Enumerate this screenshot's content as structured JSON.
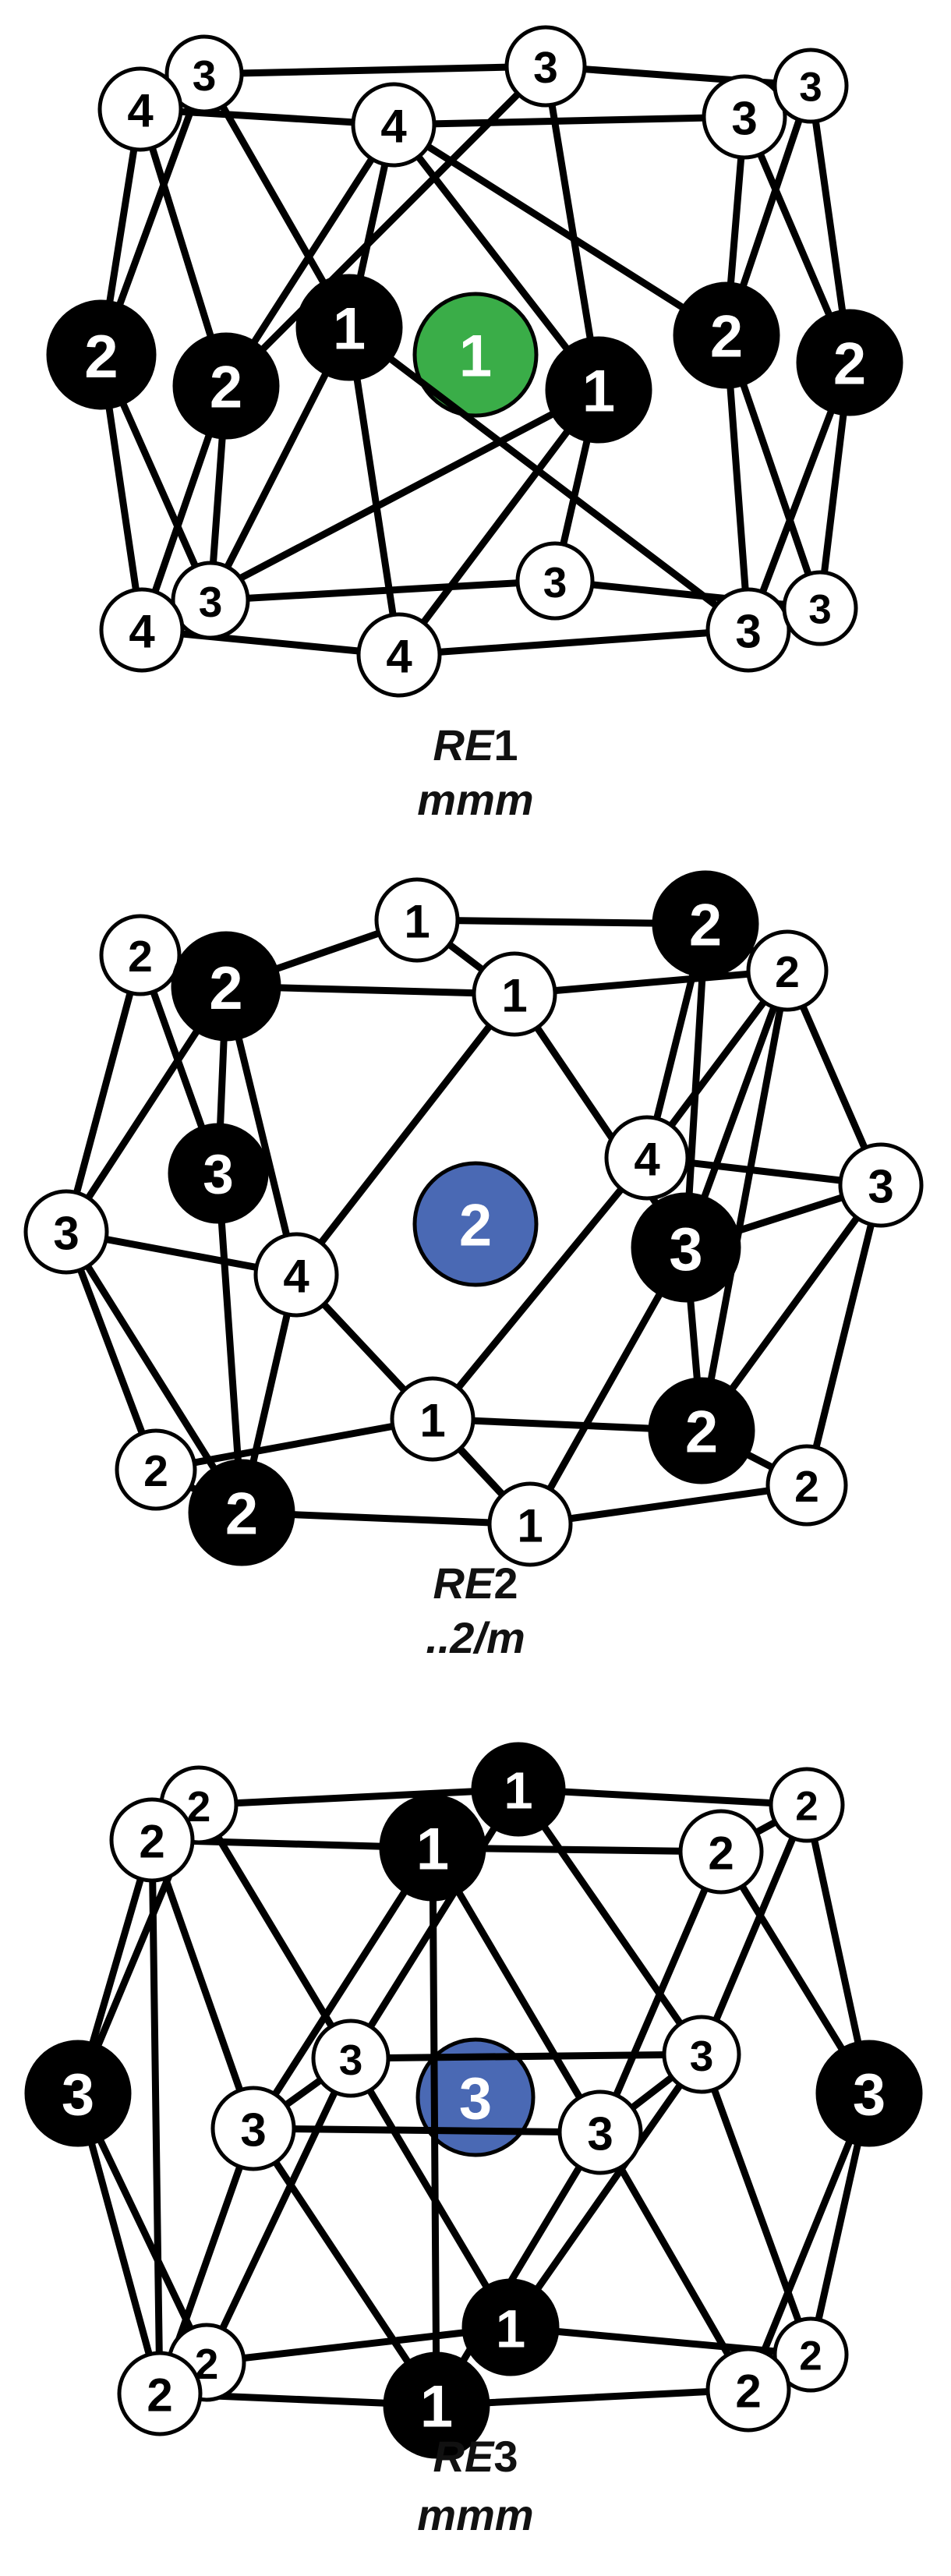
{
  "colors": {
    "edge": "#000000",
    "white_node": "#ffffff",
    "black_node": "#000000",
    "green_center": "#3aad48",
    "blue_center": "#4a69b4"
  },
  "panels": [
    {
      "id": "re1",
      "caption_name": "RE",
      "caption_index": "1",
      "symmetry": "mmm",
      "center": {
        "label": "1",
        "color": "green"
      },
      "nodes": [
        {
          "id": "a1",
          "label": "3",
          "color": "white"
        },
        {
          "id": "a2",
          "label": "3",
          "color": "white"
        },
        {
          "id": "a3",
          "label": "4",
          "color": "white"
        },
        {
          "id": "a4",
          "label": "4",
          "color": "white"
        },
        {
          "id": "a5",
          "label": "3",
          "color": "white"
        },
        {
          "id": "a6",
          "label": "3",
          "color": "white"
        },
        {
          "id": "a7",
          "label": "2",
          "color": "black"
        },
        {
          "id": "a8",
          "label": "2",
          "color": "black"
        },
        {
          "id": "a9",
          "label": "1",
          "color": "black"
        },
        {
          "id": "a10",
          "label": "1",
          "color": "black"
        },
        {
          "id": "a11",
          "label": "2",
          "color": "black"
        },
        {
          "id": "a12",
          "label": "2",
          "color": "black"
        },
        {
          "id": "a13",
          "label": "3",
          "color": "white"
        },
        {
          "id": "a14",
          "label": "3",
          "color": "white"
        },
        {
          "id": "a15",
          "label": "4",
          "color": "white"
        },
        {
          "id": "a16",
          "label": "4",
          "color": "white"
        },
        {
          "id": "a17",
          "label": "3",
          "color": "white"
        },
        {
          "id": "a18",
          "label": "3",
          "color": "white"
        }
      ]
    },
    {
      "id": "re2",
      "caption_name": "RE",
      "caption_index": "2",
      "symmetry": "..2/m",
      "center": {
        "label": "2",
        "color": "blue"
      },
      "nodes": [
        {
          "id": "b1",
          "label": "1",
          "color": "white"
        },
        {
          "id": "b2",
          "label": "2",
          "color": "black"
        },
        {
          "id": "b3",
          "label": "2",
          "color": "white"
        },
        {
          "id": "b4",
          "label": "2",
          "color": "black"
        },
        {
          "id": "b5",
          "label": "1",
          "color": "white"
        },
        {
          "id": "b6",
          "label": "2",
          "color": "white"
        },
        {
          "id": "b7",
          "label": "3",
          "color": "black"
        },
        {
          "id": "b8",
          "label": "4",
          "color": "white"
        },
        {
          "id": "b9",
          "label": "3",
          "color": "white"
        },
        {
          "id": "b10",
          "label": "4",
          "color": "white"
        },
        {
          "id": "b11",
          "label": "3",
          "color": "black"
        },
        {
          "id": "b12",
          "label": "3",
          "color": "white"
        },
        {
          "id": "b13",
          "label": "1",
          "color": "white"
        },
        {
          "id": "b14",
          "label": "2",
          "color": "white"
        },
        {
          "id": "b15",
          "label": "2",
          "color": "black"
        },
        {
          "id": "b16",
          "label": "2",
          "color": "black"
        },
        {
          "id": "b17",
          "label": "1",
          "color": "white"
        },
        {
          "id": "b18",
          "label": "2",
          "color": "white"
        }
      ]
    },
    {
      "id": "re3",
      "caption_name": "RE",
      "caption_index": "3",
      "symmetry": "mmm",
      "center": {
        "label": "3",
        "color": "blue"
      },
      "nodes": [
        {
          "id": "c1",
          "label": "2",
          "color": "white"
        },
        {
          "id": "c2",
          "label": "1",
          "color": "black"
        },
        {
          "id": "c3",
          "label": "2",
          "color": "white"
        },
        {
          "id": "c4",
          "label": "2",
          "color": "white"
        },
        {
          "id": "c5",
          "label": "1",
          "color": "black"
        },
        {
          "id": "c6",
          "label": "2",
          "color": "white"
        },
        {
          "id": "c7",
          "label": "3",
          "color": "black"
        },
        {
          "id": "c8",
          "label": "3",
          "color": "white"
        },
        {
          "id": "c9",
          "label": "3",
          "color": "white"
        },
        {
          "id": "c10",
          "label": "3",
          "color": "white"
        },
        {
          "id": "c11",
          "label": "3",
          "color": "white"
        },
        {
          "id": "c12",
          "label": "3",
          "color": "black"
        },
        {
          "id": "c13",
          "label": "2",
          "color": "white"
        },
        {
          "id": "c14",
          "label": "1",
          "color": "black"
        },
        {
          "id": "c15",
          "label": "2",
          "color": "white"
        },
        {
          "id": "c16",
          "label": "2",
          "color": "white"
        },
        {
          "id": "c17",
          "label": "1",
          "color": "black"
        },
        {
          "id": "c18",
          "label": "2",
          "color": "white"
        }
      ]
    }
  ]
}
